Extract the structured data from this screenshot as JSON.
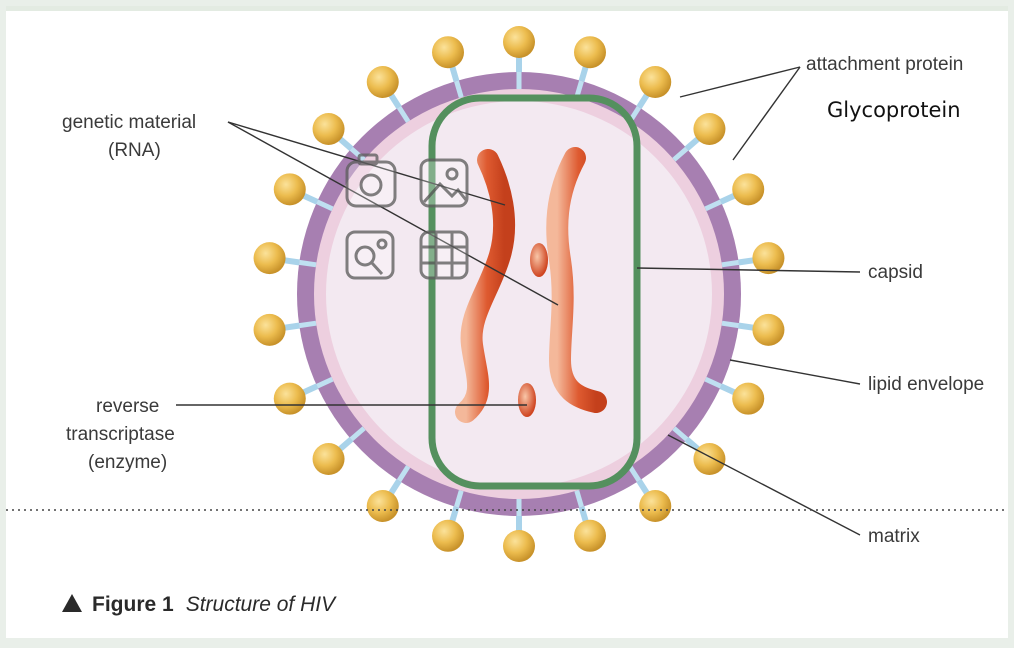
{
  "labels": {
    "genetic_material": "genetic material",
    "rna": "(RNA)",
    "attachment_protein": "attachment protein",
    "glycoprotein": "Glycoprotein",
    "capsid": "capsid",
    "lipid_envelope": "lipid envelope",
    "reverse": "reverse",
    "transcriptase": "transcriptase",
    "enzyme": "(enzyme)",
    "matrix": "matrix"
  },
  "caption": {
    "figure_number": "Figure 1",
    "title": "Structure of HIV"
  },
  "icons": [
    "camera-icon",
    "image-icon",
    "image-search-icon",
    "grid-icon"
  ],
  "colors": {
    "page_background": "#e9efe9",
    "panel_background": "#ffffff",
    "envelope": "#a77fb1",
    "matrix": "#edcfdf",
    "interior": "#f3e9f1",
    "capsid": "#54905e",
    "rna": "#d9552f",
    "glycoprotein_knob": "#e9b74a",
    "glycoprotein_stalk": "#a9d3ea"
  }
}
